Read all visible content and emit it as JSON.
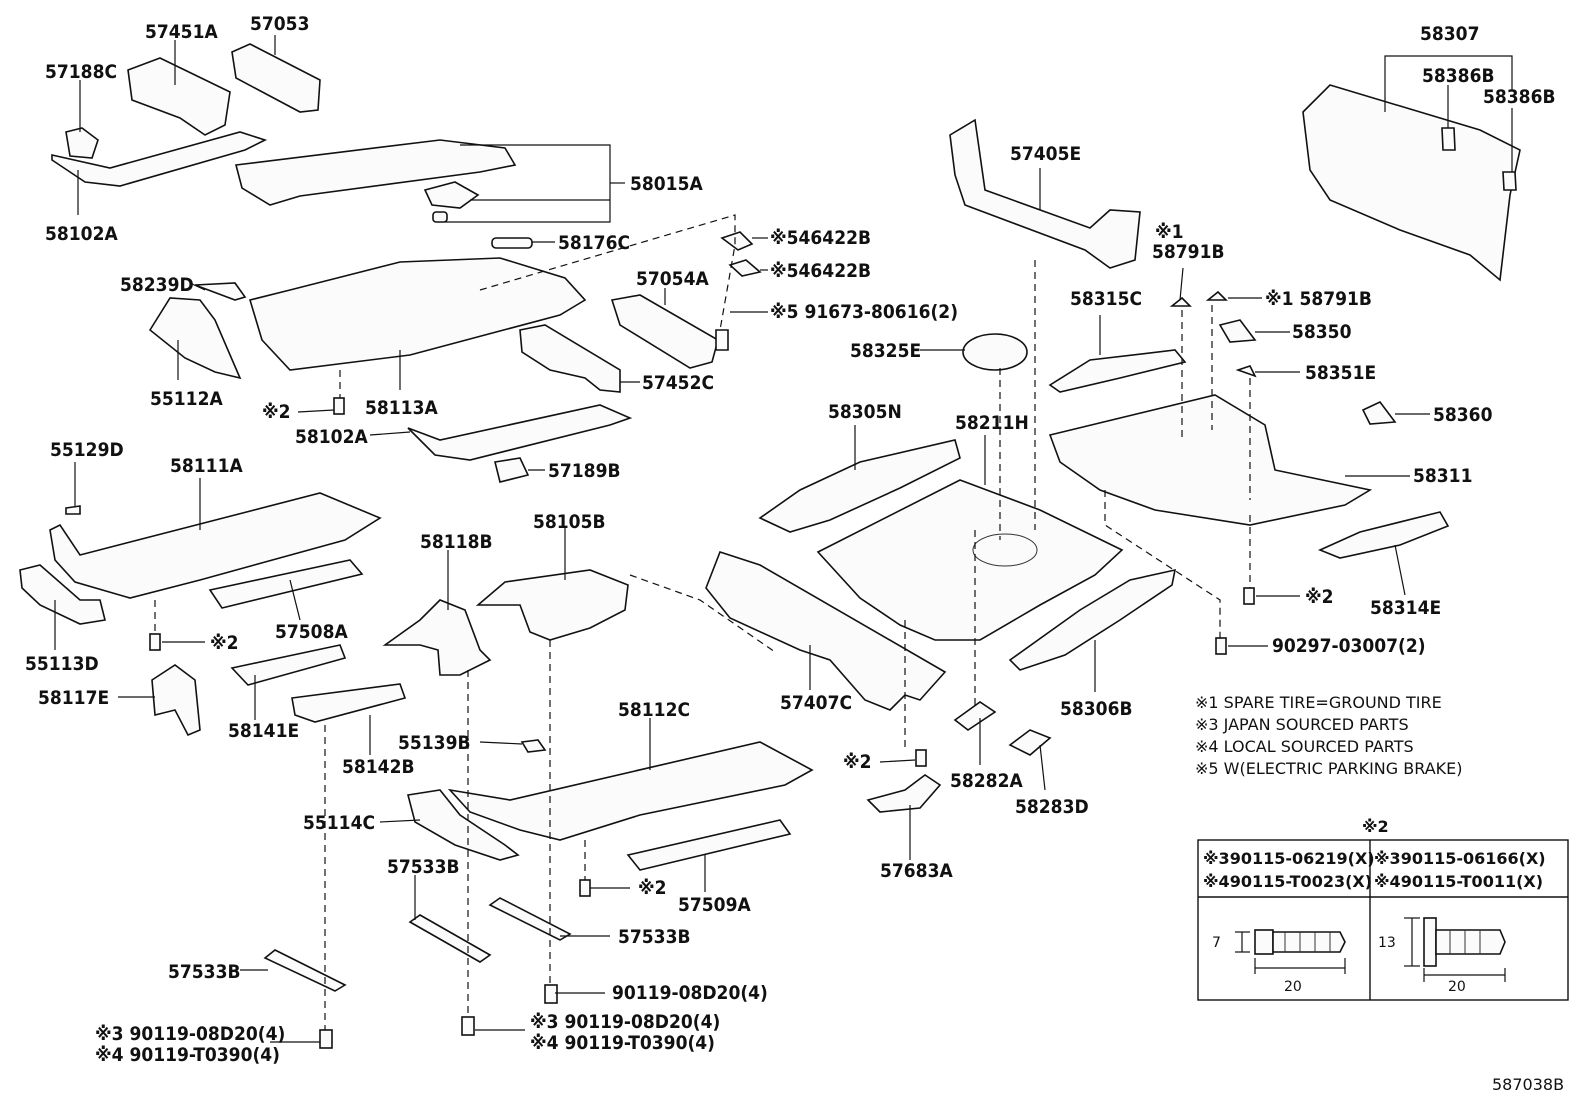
{
  "labels": {
    "p57451A": "57451A",
    "p57053": "57053",
    "p57188C": "57188C",
    "p58102A_top": "58102A",
    "p58015A": "58015A",
    "p58176C": "58176C",
    "p46422B_1": "※546422B",
    "p46422B_2": "※546422B",
    "p57054A": "57054A",
    "p91673": "※5 91673-80616(2)",
    "p58239D": "58239D",
    "p55112A": "55112A",
    "p58113A": "58113A",
    "p57452C": "57452C",
    "p_x2_a": "※2",
    "p58102A_mid": "58102A",
    "p57189B": "57189B",
    "p55129D": "55129D",
    "p58111A": "58111A",
    "p55113D": "55113D",
    "p_x2_b": "※2",
    "p57508A": "57508A",
    "p58117E": "58117E",
    "p58141E": "58141E",
    "p58142B": "58142B",
    "p58118B": "58118B",
    "p58105B": "58105B",
    "p57407C": "57407C",
    "p55139B": "55139B",
    "p58112C": "58112C",
    "p55114C": "55114C",
    "p_x2_c": "※2",
    "p57509A": "57509A",
    "p57533B_1": "57533B",
    "p57533B_2": "57533B",
    "p57533B_3": "57533B",
    "p90119_a": "90119-08D20(4)",
    "p90119_b1": "※3 90119-08D20(4)",
    "p90119_b2": "※4 90119-T0390(4)",
    "p90119_c1": "※3 90119-08D20(4)",
    "p90119_c2": "※4 90119-T0390(4)",
    "p58307": "58307",
    "p58386B_1": "58386B",
    "p58386B_2": "58386B",
    "p57405E": "57405E",
    "p58791B_note": "※1",
    "p58791B_1": "58791B",
    "p58791B_2": "※1 58791B",
    "p58315C": "58315C",
    "p58350": "58350",
    "p58325E": "58325E",
    "p58351E": "58351E",
    "p58305N": "58305N",
    "p58211H": "58211H",
    "p58360": "58360",
    "p58311": "58311",
    "p_x2_d": "※2",
    "p58314E": "58314E",
    "p90297": "90297-03007(2)",
    "p58306B": "58306B",
    "p_x2_e": "※2",
    "p58282A": "58282A",
    "p58283D": "58283D",
    "p57683A": "57683A"
  },
  "notes": [
    "※1 SPARE TIRE=GROUND TIRE",
    "※3 JAPAN SOURCED PARTS",
    "※4 LOCAL SOURCED PARTS",
    "※5 W(ELECTRIC PARKING BRAKE)"
  ],
  "bolt_table": {
    "header": "※2",
    "col1_row1": "※390115-06219(X)",
    "col1_row2": "※490115-T0023(X)",
    "col2_row1": "※390115-06166(X)",
    "col2_row2": "※490115-T0011(X)",
    "col1_dim_h": "7",
    "col1_dim_w": "20",
    "col2_dim_h": "13",
    "col2_dim_w": "20"
  },
  "diagram_id": "587038B"
}
